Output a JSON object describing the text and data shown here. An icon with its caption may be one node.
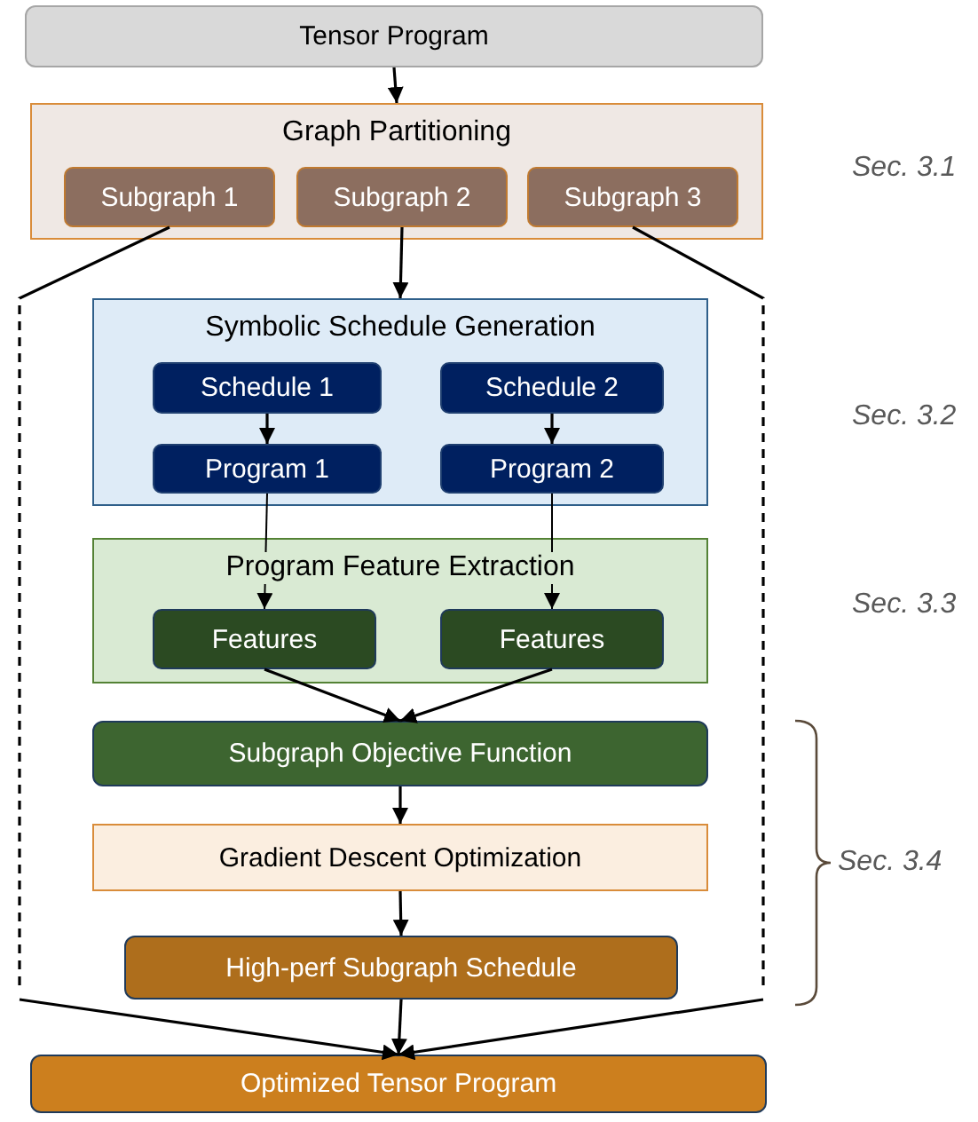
{
  "diagram": {
    "nodes": [
      {
        "text": [
          "Tensor Program"
        ]
      },
      {
        "text": [
          "Graph Partitioning"
        ]
      },
      {
        "text": [
          "Subgraph 1"
        ],
        "in": 1
      },
      {
        "text": [
          "Subgraph 2"
        ],
        "in": 1
      },
      {
        "text": [
          "Subgraph 3"
        ],
        "in": 1
      },
      {
        "text": [
          "Symbolic Schedule Generation"
        ]
      },
      {
        "text": [
          "Schedule 1"
        ],
        "in": 5
      },
      {
        "text": [
          "Schedule 2"
        ],
        "in": 5
      },
      {
        "text": [
          "Program 1"
        ],
        "in": 5
      },
      {
        "text": [
          "Program 2"
        ],
        "in": 5
      },
      {
        "text": [
          "Program Feature Extraction"
        ]
      },
      {
        "text": [
          "Features"
        ],
        "in": 10
      },
      {
        "text": [
          "Features"
        ],
        "in": 10
      },
      {
        "text": [
          "Subgraph Objective Function"
        ]
      },
      {
        "text": [
          "Gradient Descent Optimization"
        ]
      },
      {
        "text": [
          "High-perf Subgraph Schedule"
        ]
      },
      {
        "text": [
          "Optimized Tensor Program"
        ]
      }
    ],
    "edges": [
      {
        "from": 0,
        "to": 1,
        "arrow": "to"
      },
      {
        "from": 2,
        "to": 16,
        "arrow": "to",
        "style": "dashed"
      },
      {
        "from": 3,
        "to": 5,
        "arrow": "to"
      },
      {
        "from": 4,
        "to": 16,
        "arrow": "to",
        "style": "dashed"
      },
      {
        "from": 6,
        "to": 8,
        "arrow": "to"
      },
      {
        "from": 7,
        "to": 9,
        "arrow": "to"
      },
      {
        "from": 8,
        "to": 11,
        "arrow": "to"
      },
      {
        "from": 9,
        "to": 12,
        "arrow": "to"
      },
      {
        "from": 11,
        "to": 13,
        "arrow": "to"
      },
      {
        "from": 12,
        "to": 13,
        "arrow": "to"
      },
      {
        "from": 13,
        "to": 14,
        "arrow": "to"
      },
      {
        "from": 14,
        "to": 15,
        "arrow": "to"
      },
      {
        "from": 15,
        "to": 16,
        "arrow": "to"
      }
    ],
    "labels": [
      "Sec. 3.1",
      "Sec. 3.2",
      "Sec. 3.3",
      "Sec. 3.4"
    ]
  }
}
